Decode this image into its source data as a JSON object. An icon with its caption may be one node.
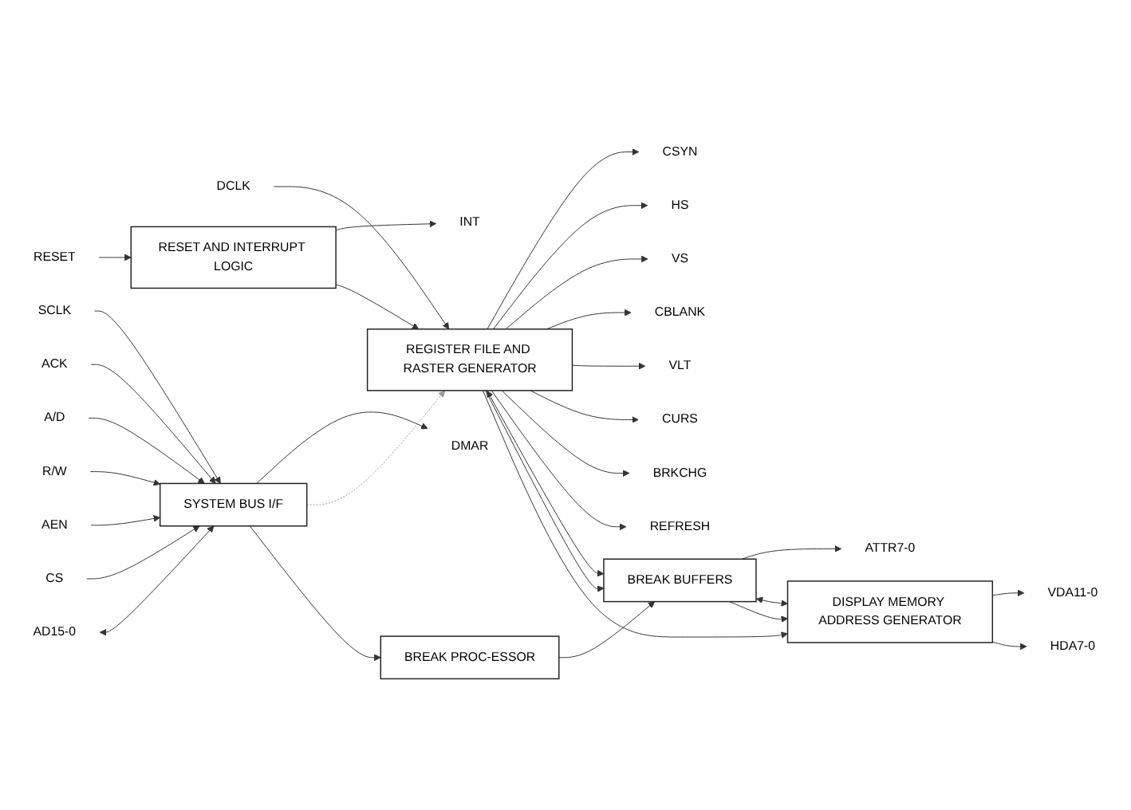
{
  "diagram": {
    "nodes": [
      {
        "text": [
          "SCLK"
        ]
      },
      {
        "text": [
          "RESET"
        ]
      },
      {
        "text": [
          "INT"
        ]
      },
      {
        "text": [
          "DCLK"
        ]
      },
      {
        "text": [
          "ACK"
        ]
      },
      {
        "text": [
          "DMAR"
        ]
      },
      {
        "text": [
          "A/D"
        ]
      },
      {
        "text": [
          "R/W"
        ]
      },
      {
        "text": [
          "AEN"
        ]
      },
      {
        "text": [
          "CS"
        ]
      },
      {
        "text": [
          "AD15-0"
        ]
      },
      {
        "text": [
          "SYSTEM BUS I/F"
        ]
      },
      {
        "text": [
          "RESET AND INTERRUPT LOGIC"
        ]
      },
      {
        "text": [
          "REGISTER FILE AND RASTER GENERATOR"
        ]
      },
      {
        "text": [
          "CSYN"
        ]
      },
      {
        "text": [
          "HS"
        ]
      },
      {
        "text": [
          "VS"
        ]
      },
      {
        "text": [
          "CBLANK"
        ]
      },
      {
        "text": [
          "VLT"
        ]
      },
      {
        "text": [
          "CURS"
        ]
      },
      {
        "text": [
          "BRKCHG"
        ]
      },
      {
        "text": [
          "REFRESH"
        ]
      },
      {
        "text": [
          "BREAK PROC-ESSOR"
        ]
      },
      {
        "text": [
          "BREAK BUFFERS"
        ]
      },
      {
        "text": [
          "ATTR7-0"
        ]
      },
      {
        "text": [
          "DISPLAY MEMORY ADDRESS GENERATOR"
        ]
      },
      {
        "text": [
          "VDA11-0"
        ]
      },
      {
        "text": [
          "HDA7-0"
        ]
      }
    ],
    "edges": [
      {
        "from": 0,
        "to": 11,
        "arrow": "to"
      },
      {
        "from": 1,
        "to": 12,
        "arrow": "to"
      },
      {
        "from": 12,
        "to": 2,
        "arrow": "to"
      },
      {
        "from": 3,
        "to": 13,
        "arrow": "to"
      },
      {
        "from": 4,
        "to": 11,
        "arrow": "to"
      },
      {
        "from": 11,
        "to": 5,
        "arrow": "to"
      },
      {
        "from": 6,
        "to": 11,
        "arrow": "to"
      },
      {
        "from": 7,
        "to": 11,
        "arrow": "to"
      },
      {
        "from": 8,
        "to": 11,
        "arrow": "to"
      },
      {
        "from": 9,
        "to": 11,
        "arrow": "to"
      },
      {
        "from": 10,
        "to": 11,
        "arrow": "both"
      },
      {
        "from": 12,
        "to": 13,
        "arrow": "to"
      },
      {
        "from": 11,
        "to": 13,
        "arrow": "to",
        "style": "dashed",
        "color": "#999999"
      },
      {
        "from": 11,
        "to": 22,
        "arrow": "to"
      },
      {
        "from": 13,
        "to": 14,
        "arrow": "to"
      },
      {
        "from": 13,
        "to": 15,
        "arrow": "to"
      },
      {
        "from": 13,
        "to": 16,
        "arrow": "to"
      },
      {
        "from": 13,
        "to": 17,
        "arrow": "to"
      },
      {
        "from": 13,
        "to": 18,
        "arrow": "to"
      },
      {
        "from": 13,
        "to": 19,
        "arrow": "to"
      },
      {
        "from": 13,
        "to": 20,
        "arrow": "to"
      },
      {
        "from": 13,
        "to": 21,
        "arrow": "to"
      },
      {
        "from": 13,
        "to": 23,
        "arrow": "both"
      },
      {
        "from": 22,
        "to": 23,
        "arrow": "to"
      },
      {
        "from": 23,
        "to": 24,
        "arrow": "to"
      },
      {
        "from": 23,
        "to": 25,
        "arrow": "both"
      },
      {
        "from": 13,
        "to": 23,
        "arrow": "to"
      },
      {
        "from": 13,
        "to": 25,
        "arrow": "to"
      },
      {
        "from": 23,
        "to": 25,
        "arrow": "to"
      },
      {
        "from": 25,
        "to": 26,
        "arrow": "to"
      },
      {
        "from": 25,
        "to": 27,
        "arrow": "to"
      }
    ]
  }
}
